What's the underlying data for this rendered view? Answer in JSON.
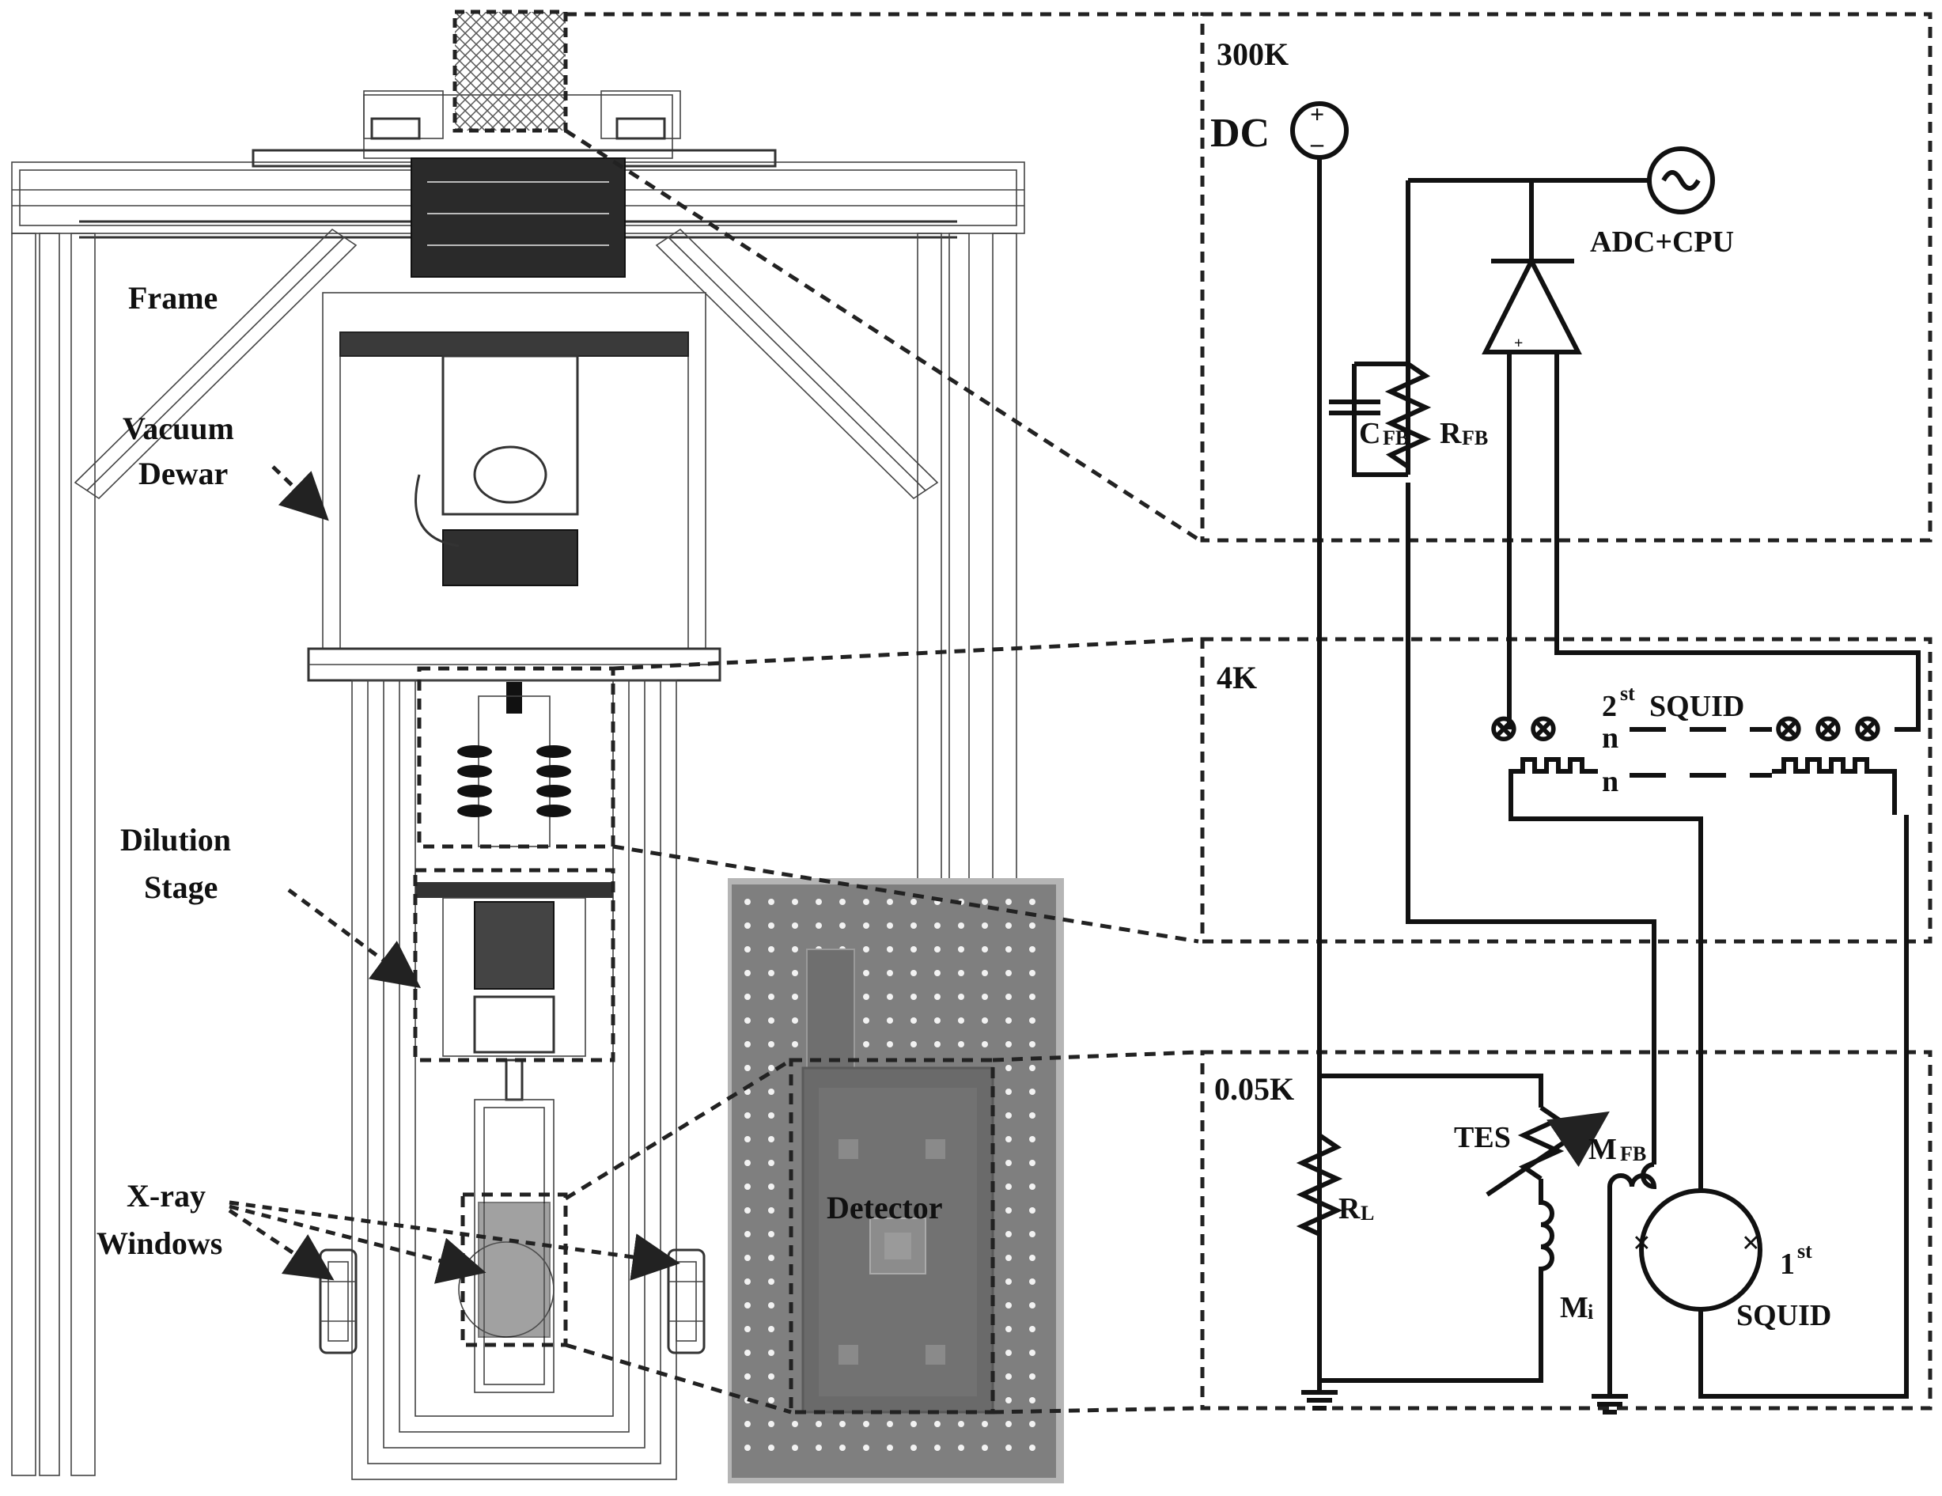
{
  "cryostat": {
    "labels": {
      "frame": "Frame",
      "vacuum_line1": "Vacuum",
      "vacuum_line2": "Dewar",
      "dilution_line1": "Dilution",
      "dilution_line2": "Stage",
      "xray_line1": "X-ray",
      "xray_line2": "Windows",
      "detector": "Detector"
    }
  },
  "circuit": {
    "stages": {
      "room": "300K",
      "mid": "4K",
      "cold": "0.05K"
    },
    "components": {
      "dc_source": "DC",
      "adc": "ADC+CPU",
      "cfb_main": "C",
      "cfb_sub": "FB",
      "rfb_main": "R",
      "rfb_sub": "FB",
      "squid2_num": "2",
      "squid2_sup": "st",
      "squid2_name": "SQUID",
      "n_top": "n",
      "n_bottom": "n",
      "rl_main": "R",
      "rl_sub": "L",
      "tes": "TES",
      "mfb_main": "M",
      "mfb_sub": "FB",
      "mi_main": "M",
      "mi_sub": "i",
      "squid1_num": "1",
      "squid1_sup": "st",
      "squid1_name": "SQUID",
      "plus_sign": "+",
      "minus_sign": "–"
    }
  },
  "colors": {
    "ink": "#111111",
    "detector_panel": "#7f7f7f",
    "detector_border": "#b5b5b5",
    "detector_holes": "#f2f2f2"
  }
}
